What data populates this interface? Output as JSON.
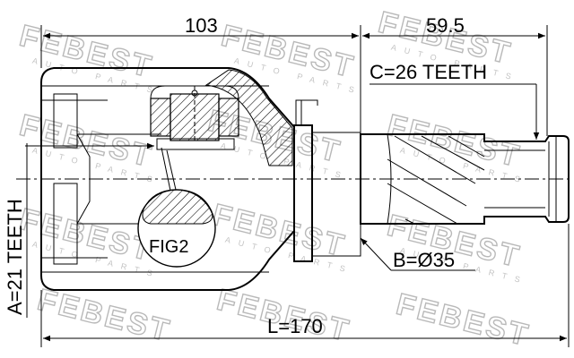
{
  "watermark": {
    "brand": "FEBEST",
    "sub": "AUTO PARTS"
  },
  "dimensions": {
    "top_left": "103",
    "top_right": "59.5",
    "spline_c": "C=26 TEETH",
    "spline_a": "A=21 TEETH",
    "diameter_b": "B=Ø35",
    "length": "L=170",
    "fig_label": "FIG2"
  }
}
